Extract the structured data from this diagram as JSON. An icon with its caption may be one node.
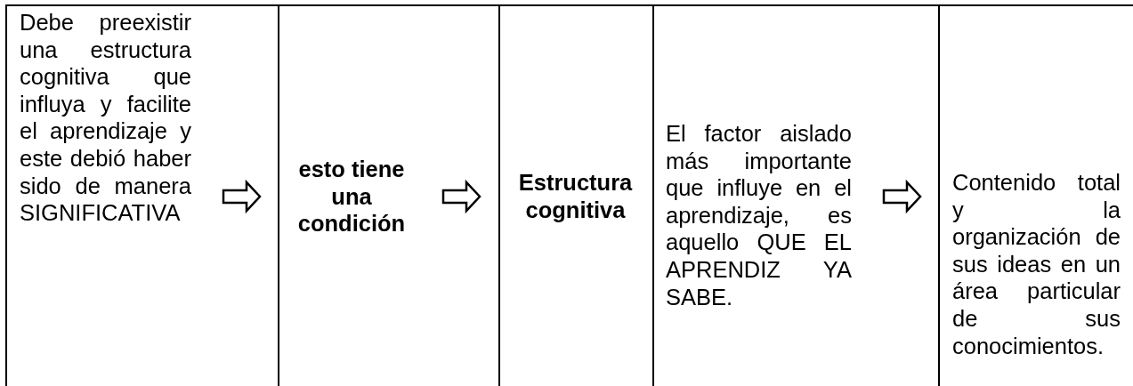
{
  "diagram": {
    "nodes": [
      {
        "text": [
          "Debe preexistir una estructura cognitiva que influya y facilite el aprendizaje y este debió haber sido de manera SIGNIFICATIVA"
        ]
      },
      {
        "text": [
          "esto tiene una condición"
        ]
      },
      {
        "text": [
          "Estructura cognitiva"
        ]
      },
      {
        "text": [
          "El factor aislado más importante que influye en el aprendizaje, es aquello QUE EL APRENDIZ YA SABE."
        ]
      },
      {
        "text": [
          "Contenido total y la organización de sus ideas en un área particular de sus conocimientos."
        ]
      }
    ],
    "edges": [
      {
        "from": 0,
        "to": 1,
        "arrow": "to"
      },
      {
        "from": 1,
        "to": 2,
        "arrow": "to"
      },
      {
        "from": 3,
        "to": 4,
        "arrow": "to"
      }
    ]
  }
}
